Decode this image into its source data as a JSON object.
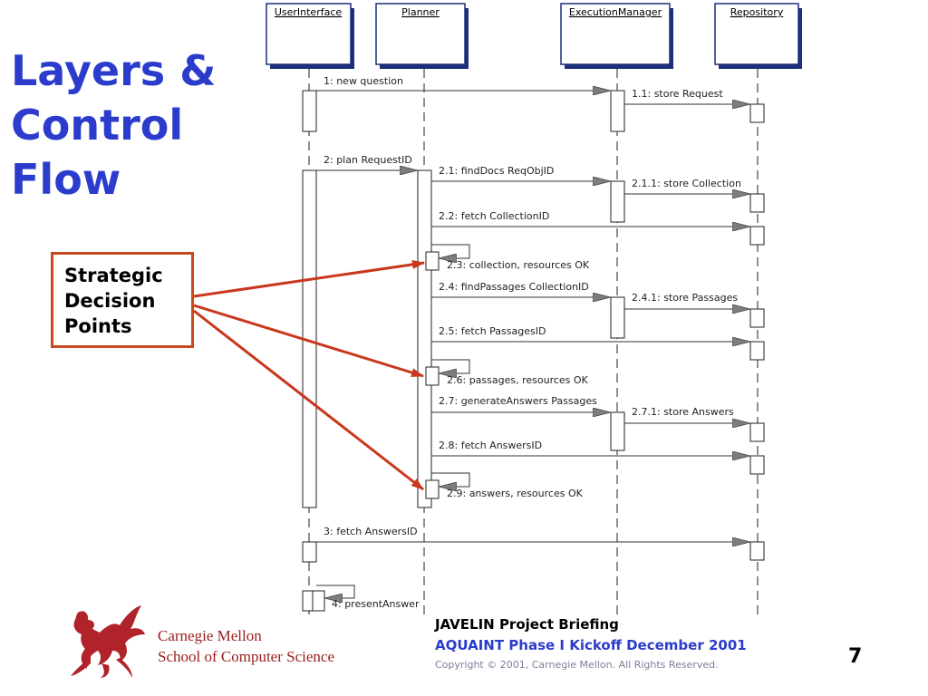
{
  "slide": {
    "title_lines": [
      "Layers &",
      "Control",
      "Flow"
    ],
    "callout_lines": [
      "Strategic",
      "Decision",
      "Points"
    ],
    "org_lines": [
      "Carnegie Mellon",
      "School of Computer Science"
    ],
    "footer": {
      "project": "JAVELIN Project Briefing",
      "event": "AQUAINT Phase I Kickoff December 2001",
      "copyright": "Copyright © 2001, Carnegie Mellon. All Rights Reserved."
    },
    "page_number": "7"
  },
  "colors": {
    "title": "#2b3ccc",
    "callout": "#c84a1c",
    "org": "#9b1c1c",
    "copyright": "#7a7f99"
  },
  "diagram": {
    "lifelines": [
      "UserInterface",
      "Planner",
      "ExecutionManager",
      "Repository"
    ],
    "messages": [
      {
        "id": "m1",
        "label": "1: new question",
        "from": 0,
        "to": 2
      },
      {
        "id": "m1_1",
        "label": "1.1: store Request",
        "from": 2,
        "to": 3
      },
      {
        "id": "m2",
        "label": "2: plan RequestID",
        "from": 0,
        "to": 1
      },
      {
        "id": "m2_1",
        "label": "2.1: findDocs ReqObjID",
        "from": 1,
        "to": 2
      },
      {
        "id": "m2_1_1",
        "label": "2.1.1: store Collection",
        "from": 2,
        "to": 3
      },
      {
        "id": "m2_2",
        "label": "2.2: fetch CollectionID",
        "from": 1,
        "to": 3
      },
      {
        "id": "m2_3",
        "label": "2.3: collection, resources OK",
        "from": 1,
        "to": 1
      },
      {
        "id": "m2_4",
        "label": "2.4: findPassages CollectionID",
        "from": 1,
        "to": 2
      },
      {
        "id": "m2_4_1",
        "label": "2.4.1: store Passages",
        "from": 2,
        "to": 3
      },
      {
        "id": "m2_5",
        "label": "2.5: fetch PassagesID",
        "from": 1,
        "to": 3
      },
      {
        "id": "m2_6",
        "label": "2.6: passages, resources OK",
        "from": 1,
        "to": 1
      },
      {
        "id": "m2_7",
        "label": "2.7: generateAnswers Passages",
        "from": 1,
        "to": 2
      },
      {
        "id": "m2_7_1",
        "label": "2.7.1: store Answers",
        "from": 2,
        "to": 3
      },
      {
        "id": "m2_8",
        "label": "2.8: fetch AnswersID",
        "from": 1,
        "to": 3
      },
      {
        "id": "m2_9",
        "label": "2.9: answers, resources OK",
        "from": 1,
        "to": 1
      },
      {
        "id": "m3",
        "label": "3: fetch AnswersID",
        "from": 0,
        "to": 3
      },
      {
        "id": "m4",
        "label": "4: presentAnswer",
        "from": 0,
        "to": 0
      }
    ],
    "decision_points": [
      "m2_3",
      "m2_6",
      "m2_9"
    ]
  }
}
